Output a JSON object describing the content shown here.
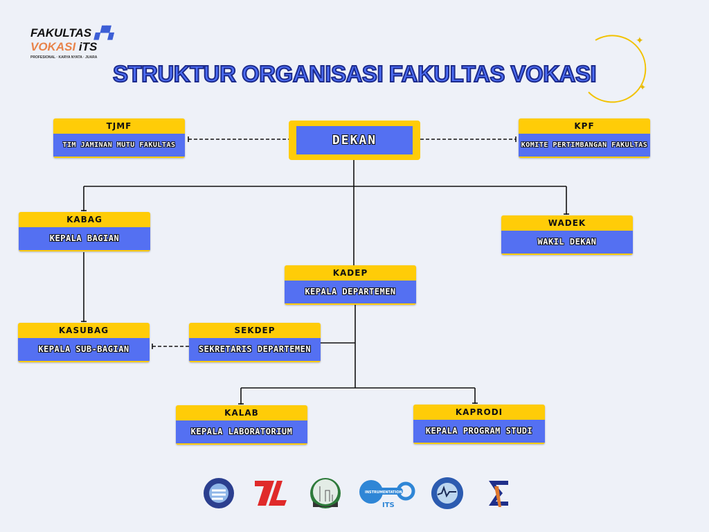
{
  "logo": {
    "line1": "FAKULTAS",
    "line2a": "VOKASI",
    "line2b": "iTS",
    "tagline": "PROFESIONAL · KARYA NYATA · JUARA"
  },
  "title": "STRUKTUR ORGANISASI FAKULTAS VOKASI",
  "dekan": "DEKAN",
  "boxes": {
    "tjmf": {
      "abbr": "TJMF",
      "name": "TIM JAMINAN MUTU FAKULTAS"
    },
    "kpf": {
      "abbr": "KPF",
      "name": "KOMITE PERTIMBANGAN FAKULTAS"
    },
    "kabag": {
      "abbr": "KABAG",
      "name": "KEPALA BAGIAN"
    },
    "wadek": {
      "abbr": "WADEK",
      "name": "WAKIL DEKAN"
    },
    "kadep": {
      "abbr": "KADEP",
      "name": "KEPALA DEPARTEMEN"
    },
    "kasubag": {
      "abbr": "KASUBAG",
      "name": "KEPALA SUB-BAGIAN"
    },
    "sekdep": {
      "abbr": "SEKDEP",
      "name": "SEKRETARIS DEPARTEMEN"
    },
    "kalab": {
      "abbr": "KALAB",
      "name": "KEPALA LABORATORIUM"
    },
    "kaprodi": {
      "abbr": "KAPRODI",
      "name": "KEPALA PROGRAM STUDI"
    }
  },
  "dept_logos": {
    "instrumentation_label": "INSTRUMENTATION",
    "its_label": "ITS"
  },
  "colors": {
    "yellow": "#ffcc08",
    "blue": "#5470f2",
    "title": "#4d6ef5"
  }
}
